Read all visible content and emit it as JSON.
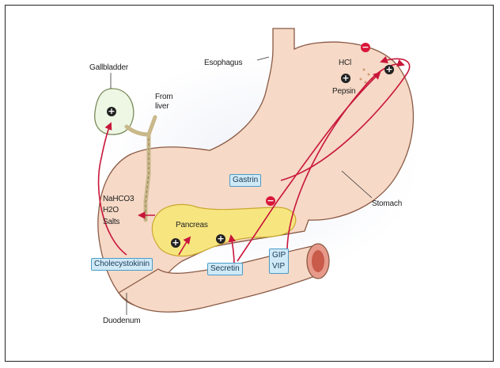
{
  "labels": {
    "gallbladder": "Gallbladder",
    "esophagus": "Esophagus",
    "hcl": "HCl",
    "pepsin": "Pepsin",
    "from_liver": "From liver",
    "nahco3": "NaHCO3",
    "h2o": "H2O",
    "salts": "Salts",
    "pancreas": "Pancreas",
    "stomach": "Stomach",
    "duodenum": "Duodenum"
  },
  "hormones": {
    "gastrin": "Gastrin",
    "cholecystokinin": "Cholecystokinin",
    "secretin": "Secretin",
    "gip": "GIP",
    "vip": "VIP"
  },
  "signs": {
    "plus": "+",
    "minus": "−"
  },
  "colors": {
    "organ": "#f6d9c6",
    "organ_stroke": "#8a5a45",
    "pancreas": "#f7e680",
    "arrow": "#c8163a",
    "hormone_box": "#cfe9f6"
  }
}
